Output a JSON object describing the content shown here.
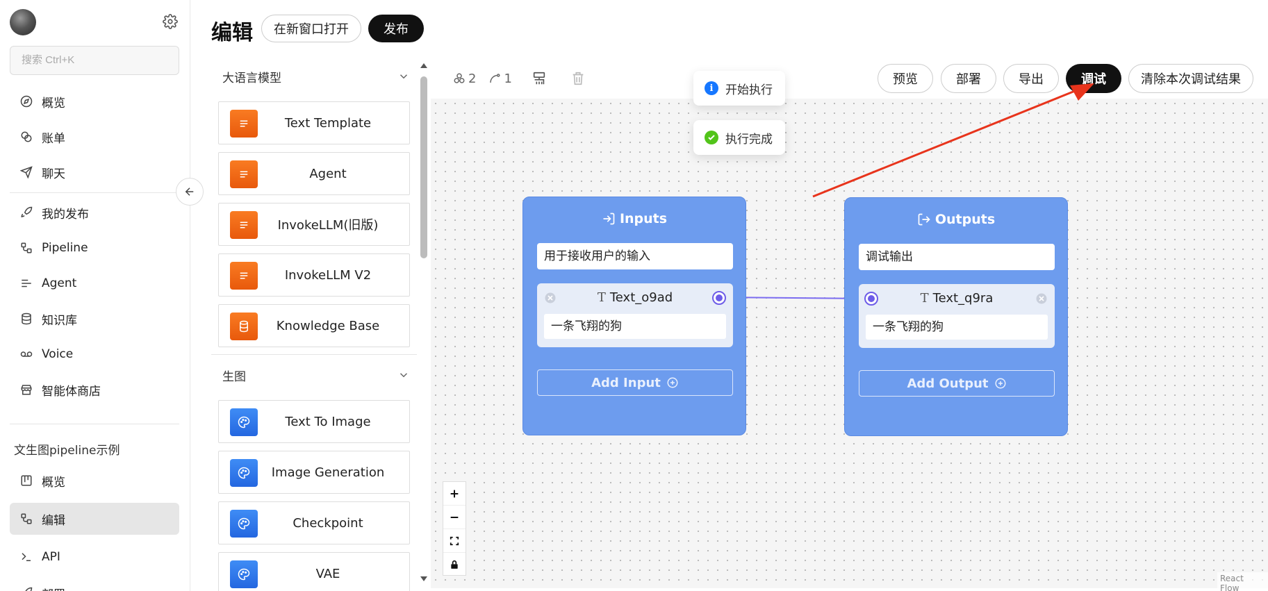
{
  "sidebar": {
    "search_placeholder": "搜索 Ctrl+K",
    "top_items": [
      {
        "label": "概览",
        "icon": "compass-icon"
      },
      {
        "label": "账单",
        "icon": "coins-icon"
      },
      {
        "label": "聊天",
        "icon": "send-icon"
      }
    ],
    "mid_items": [
      {
        "label": "我的发布",
        "icon": "rocket-icon"
      },
      {
        "label": "Pipeline",
        "icon": "pipeline-icon"
      },
      {
        "label": "Agent",
        "icon": "lines-icon"
      },
      {
        "label": "知识库",
        "icon": "database-icon"
      },
      {
        "label": "Voice",
        "icon": "voicemail-icon"
      },
      {
        "label": "智能体商店",
        "icon": "store-icon"
      }
    ],
    "project_label": "文生图pipeline示例",
    "project_items": [
      {
        "label": "概览",
        "icon": "layout-icon"
      },
      {
        "label": "编辑",
        "icon": "pipeline-icon",
        "active": true
      },
      {
        "label": "API",
        "icon": "terminal-icon"
      },
      {
        "label": "部署",
        "icon": "rocket-icon"
      }
    ]
  },
  "header": {
    "title": "编辑",
    "open_new_window": "在新窗口打开",
    "publish": "发布"
  },
  "panel": {
    "groups": [
      {
        "title": "大语言模型",
        "nodes": [
          "Text Template",
          "Agent",
          "InvokeLLM(旧版)",
          "InvokeLLM V2",
          "Knowledge Base"
        ]
      },
      {
        "title": "生图",
        "nodes": [
          "Text To Image",
          "Image Generation",
          "Checkpoint",
          "VAE"
        ]
      }
    ]
  },
  "toolbar": {
    "node_count": "2",
    "edge_count": "1",
    "preview": "预览",
    "deploy": "部署",
    "export": "导出",
    "debug": "调试",
    "clear_debug": "清除本次调试结果"
  },
  "toasts": {
    "start": "开始执行",
    "done": "执行完成"
  },
  "inputs_node": {
    "title": "Inputs",
    "description": "用于接收用户的输入",
    "field_name": "Text_o9ad",
    "field_value": "一条飞翔的狗",
    "add_label": "Add Input"
  },
  "outputs_node": {
    "title": "Outputs",
    "description": "调试输出",
    "field_name": "Text_q9ra",
    "field_value": "一条飞翔的狗",
    "add_label": "Add Output"
  },
  "attribution": "React Flow",
  "colors": {
    "node_bg": "#6d9cee",
    "accent_purple": "#6d5ce8",
    "annotation_arrow": "#e8341c",
    "orange_icon": "#f97b22",
    "blue_icon": "#3f8cf5"
  }
}
